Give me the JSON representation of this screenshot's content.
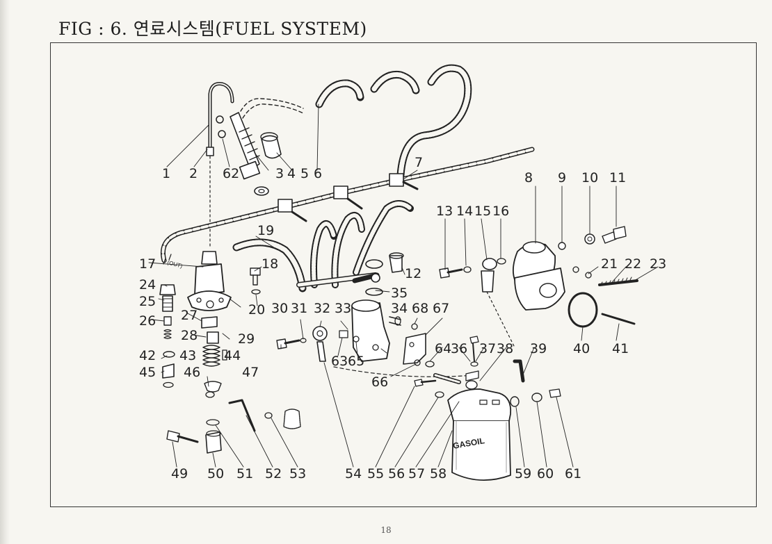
{
  "title": "FIG : 6. 연료시스템(FUEL SYSTEM)",
  "page_number": "18",
  "part_labels": [
    "GASOIL",
    "(OUT)"
  ],
  "callouts": [
    "1",
    "2",
    "62",
    "3",
    "4",
    "5",
    "6",
    "7",
    "8",
    "9",
    "10",
    "11",
    "13",
    "14",
    "15",
    "16",
    "12",
    "35",
    "19",
    "18",
    "20",
    "17",
    "24",
    "25",
    "26",
    "27",
    "28",
    "29",
    "30",
    "31",
    "32",
    "33",
    "34",
    "68",
    "67",
    "21",
    "22",
    "23",
    "40",
    "41",
    "42",
    "43",
    "44",
    "45",
    "46",
    "47",
    "63",
    "65",
    "66",
    "64",
    "36",
    "37",
    "38",
    "39",
    "49",
    "50",
    "51",
    "52",
    "53",
    "54",
    "55",
    "56",
    "57",
    "58",
    "59",
    "60",
    "61"
  ]
}
